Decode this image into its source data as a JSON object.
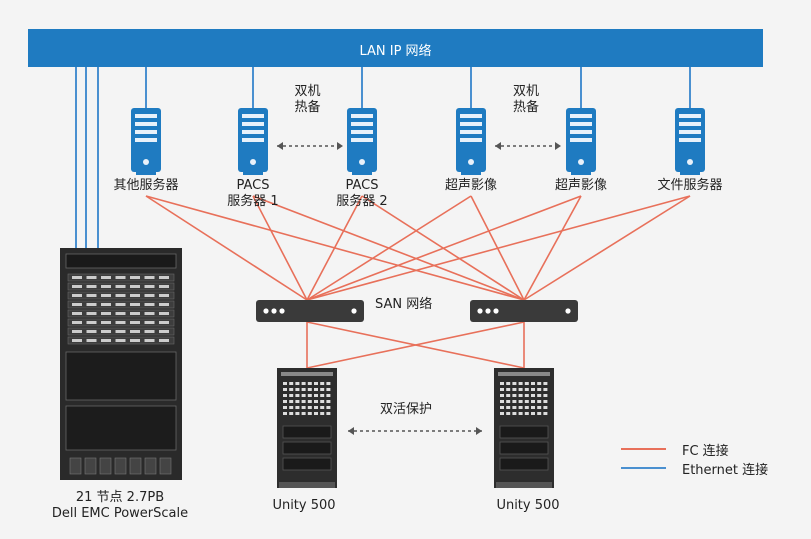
{
  "network": {
    "lan_label": "LAN IP 网络",
    "san_label": "SAN 网络",
    "active_active_label": "双活保护"
  },
  "servers": [
    {
      "id": "other",
      "label": [
        "其他服务器"
      ]
    },
    {
      "id": "pacs1",
      "label": [
        "PACS",
        "服务器 1"
      ]
    },
    {
      "id": "pacs2",
      "label": [
        "PACS",
        "服务器 2"
      ]
    },
    {
      "id": "us1",
      "label": [
        "超声影像"
      ]
    },
    {
      "id": "us2",
      "label": [
        "超声影像"
      ]
    },
    {
      "id": "file",
      "label": [
        "文件服务器"
      ]
    }
  ],
  "hot_standby": [
    {
      "between": [
        "pacs1",
        "pacs2"
      ],
      "label": [
        "双机",
        "热备"
      ]
    },
    {
      "between": [
        "us1",
        "us2"
      ],
      "label": [
        "双机",
        "热备"
      ]
    }
  ],
  "storage": [
    {
      "id": "unity-a",
      "label": "Unity 500"
    },
    {
      "id": "unity-b",
      "label": "Unity 500"
    }
  ],
  "powerscale": {
    "label": [
      "21 节点 2.7PB",
      "Dell EMC PowerScale"
    ]
  },
  "legend": [
    {
      "label": "FC 连接",
      "color": "#e8705a"
    },
    {
      "label": "Ethernet 连接",
      "color": "#4a90d0"
    }
  ],
  "colors": {
    "lan_bar": "#1f7bc1",
    "fc": "#e8705a",
    "ethernet": "#4a90d0"
  }
}
